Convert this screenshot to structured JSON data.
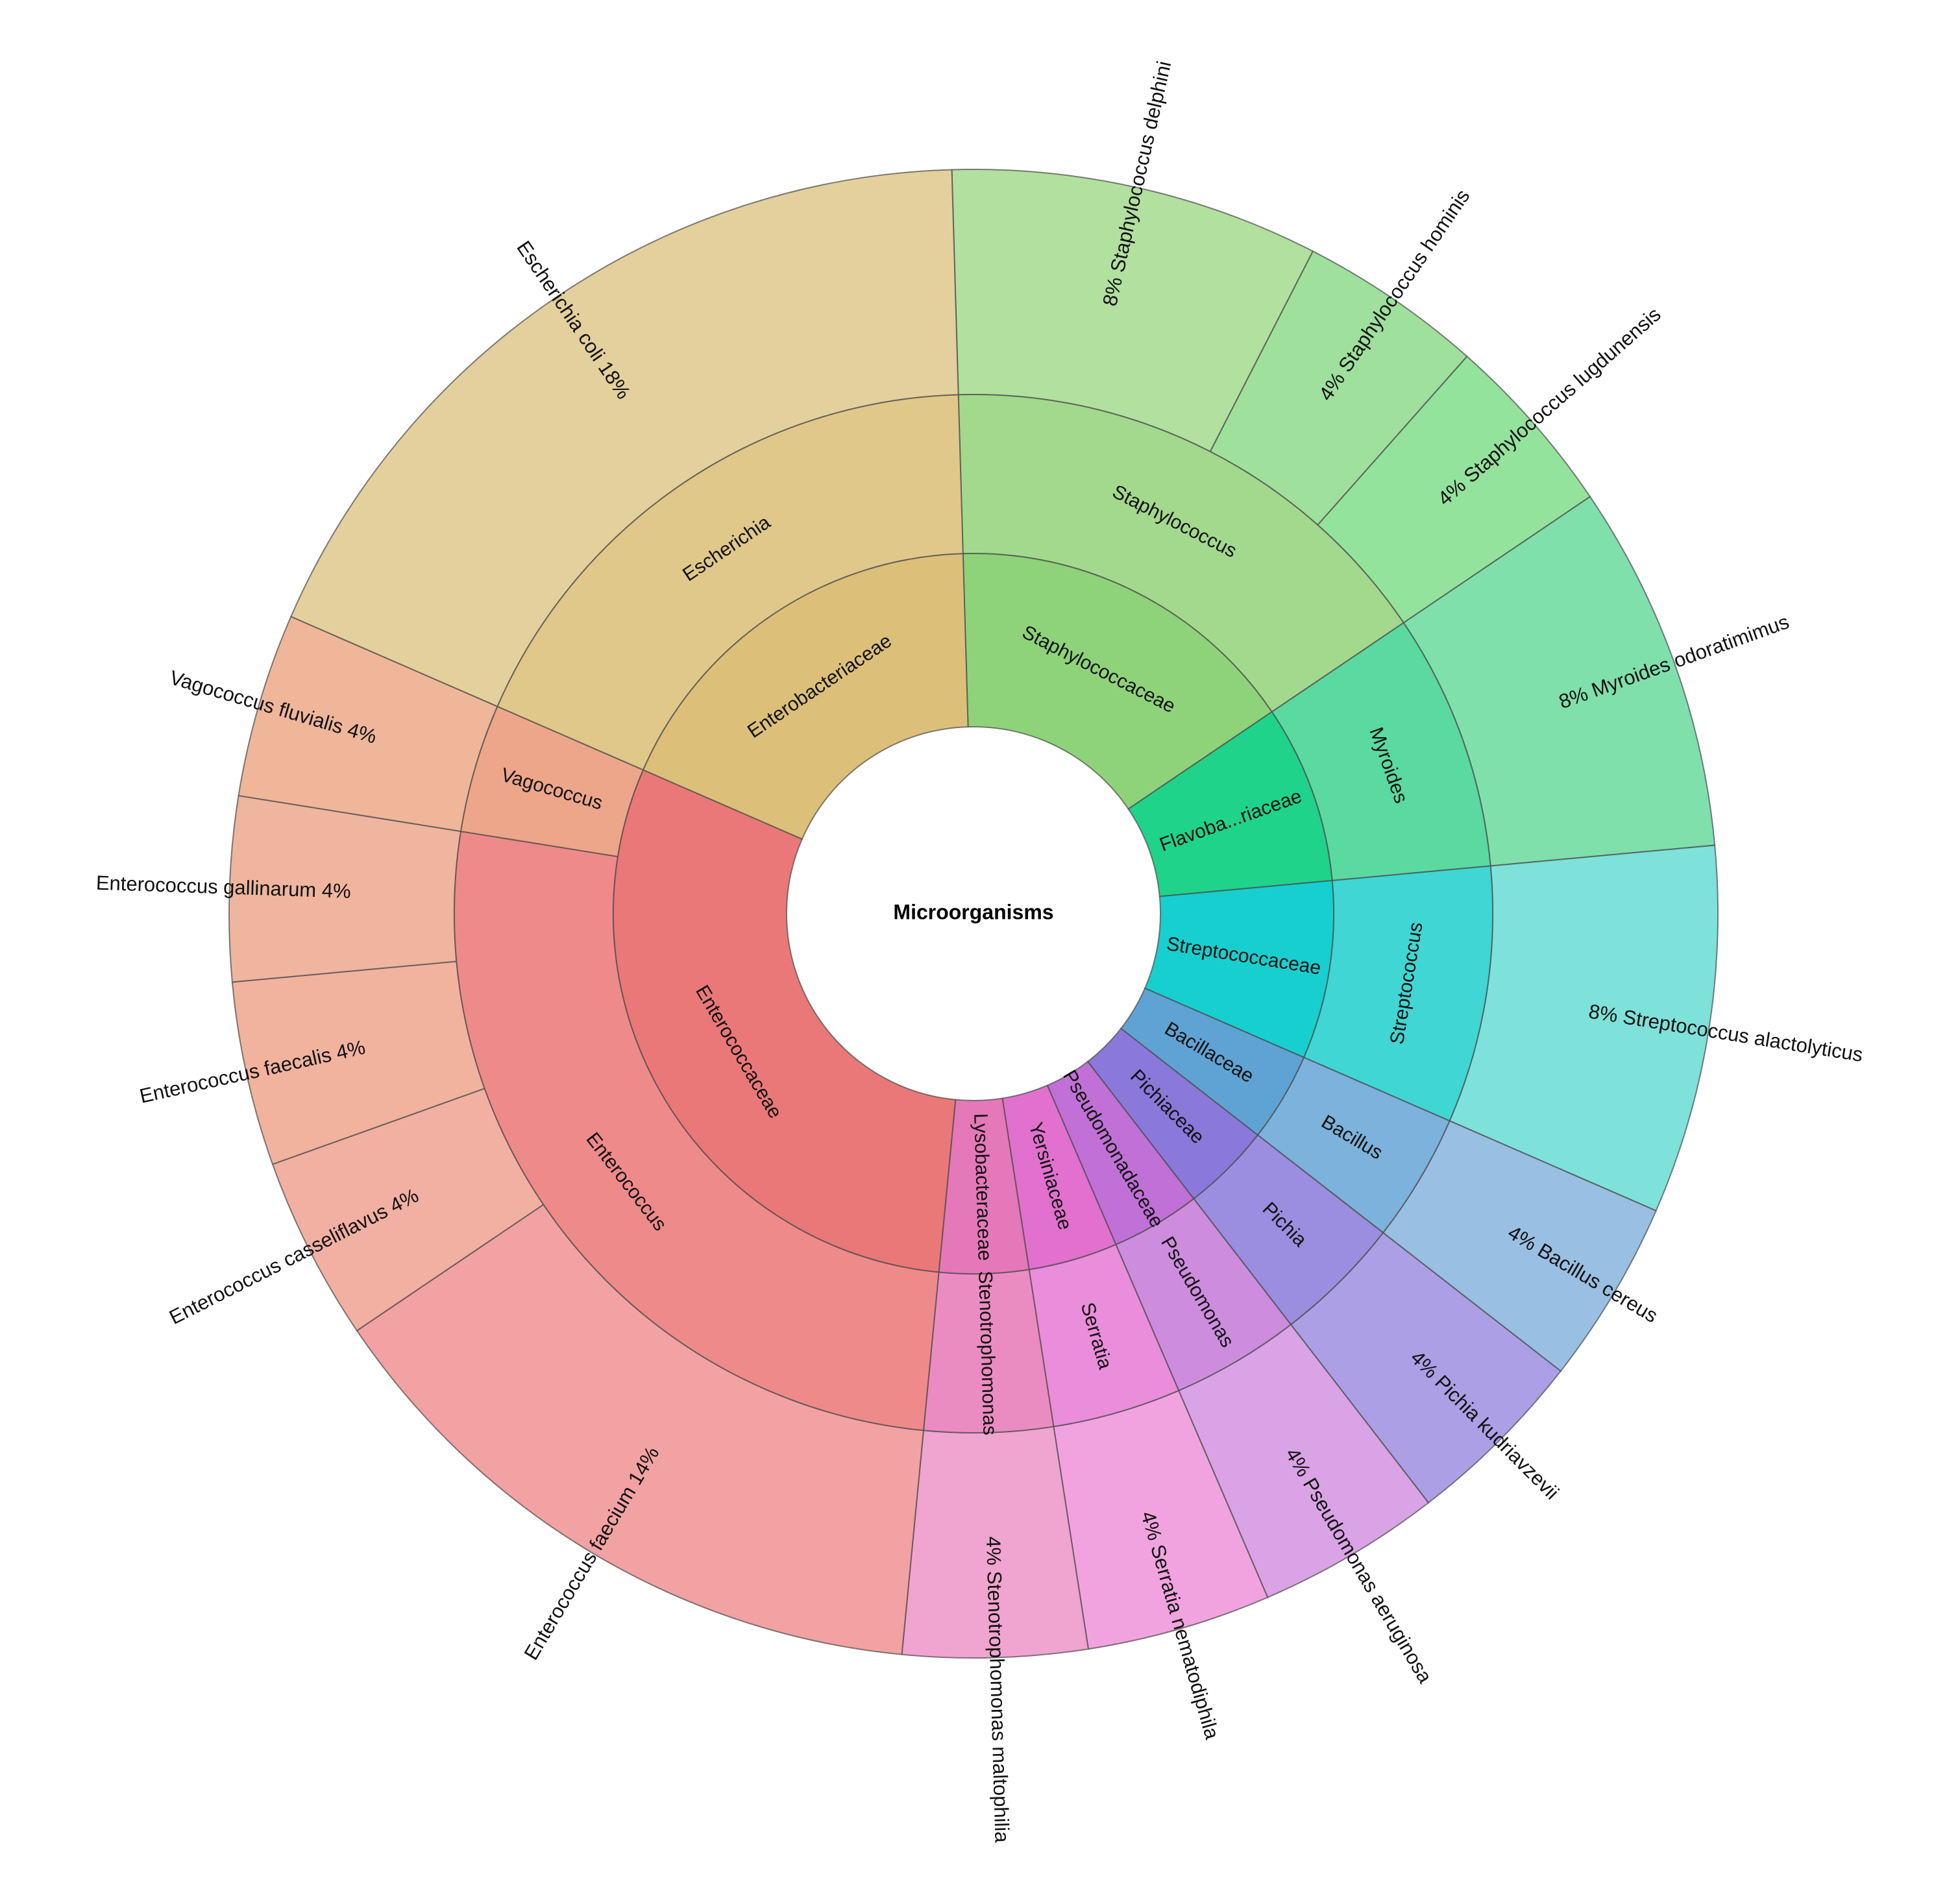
{
  "chart_data": {
    "type": "sunburst",
    "title": "",
    "center_label": "Microorganisms",
    "families": [
      {
        "name": "Staphylococcaceae",
        "label": "Staphylococcaceae",
        "color": "#8ed37a",
        "genera": [
          {
            "name": "Staphylococcus",
            "label": "Staphylococcus",
            "color": "#a3d98d",
            "species": [
              {
                "name": "Staphylococcus delphini",
                "percent": "8%",
                "value": 8,
                "color": "#b2e09f"
              },
              {
                "name": "Staphylococcus hominis",
                "percent": "4%",
                "value": 4,
                "color": "#9ee09c"
              },
              {
                "name": "Staphylococcus lugdunensis",
                "percent": "4%",
                "value": 4,
                "color": "#94e39c"
              }
            ]
          }
        ]
      },
      {
        "name": "Flavobacteriaceae",
        "label": "Flavoba...riaceae",
        "color": "#1fd38a",
        "genera": [
          {
            "name": "Myroides",
            "label": "Myroides",
            "color": "#5ad9a0",
            "species": [
              {
                "name": "Myroides odoratimimus",
                "percent": "8%",
                "value": 8,
                "color": "#7fe0ac"
              }
            ]
          }
        ]
      },
      {
        "name": "Streptococcaceae",
        "label": "Streptococcaceae",
        "color": "#17cfcf",
        "genera": [
          {
            "name": "Streptococcus",
            "label": "Streptococcus",
            "color": "#3fd6d3",
            "species": [
              {
                "name": "Streptococcus alactolyticus",
                "percent": "8%",
                "value": 8,
                "color": "#7ee1da"
              }
            ]
          }
        ]
      },
      {
        "name": "Bacillaceae",
        "label": "Bacillaceae",
        "color": "#5fa3d4",
        "genera": [
          {
            "name": "Bacillus",
            "label": "Bacillus",
            "color": "#7cb2db",
            "species": [
              {
                "name": "Bacillus cereus",
                "percent": "4%",
                "value": 4,
                "color": "#99bfe2"
              }
            ]
          }
        ]
      },
      {
        "name": "Pichiaceae",
        "label": "Pichiaceae",
        "color": "#8a78db",
        "genera": [
          {
            "name": "Pichia",
            "label": "Pichia",
            "color": "#9b8ee0",
            "species": [
              {
                "name": "Pichia kudriavzevii",
                "percent": "4%",
                "value": 4,
                "color": "#ad9fe5"
              }
            ]
          }
        ]
      },
      {
        "name": "Pseudomonadaceae",
        "label": "Pseudomonadaceae",
        "color": "#c070d6",
        "genera": [
          {
            "name": "Pseudomonas",
            "label": "Pseudomonas",
            "color": "#cd8cde",
            "species": [
              {
                "name": "Pseudomonas aeruginosa",
                "percent": "4%",
                "value": 4,
                "color": "#d9a3e5"
              }
            ]
          }
        ]
      },
      {
        "name": "Yersiniaceae",
        "label": "Yersiniaceae",
        "color": "#e270cf",
        "genera": [
          {
            "name": "Serratia",
            "label": "Serratia",
            "color": "#ea8ddb",
            "species": [
              {
                "name": "Serratia nematodiphila",
                "percent": "4%",
                "value": 4,
                "color": "#f1a3df"
              }
            ]
          }
        ]
      },
      {
        "name": "Lysobacteraceae",
        "label": "Lysobacteraceae",
        "color": "#e578b9",
        "genera": [
          {
            "name": "Stenotrophomonas",
            "label": "Stenotrophomonas",
            "color": "#ea8cc2",
            "species": [
              {
                "name": "Stenotrophomonas maltophilia",
                "percent": "4%",
                "value": 4,
                "color": "#f0a4d0"
              }
            ]
          }
        ]
      },
      {
        "name": "Enterococcaceae",
        "label": "Enterococcaceae",
        "color": "#ea7878",
        "genera": [
          {
            "name": "Enterococcus",
            "label": "Enterococcus",
            "color": "#ef8a8a",
            "species": [
              {
                "name": "Enterococcus faecium",
                "percent": "14%",
                "value": 14,
                "color": "#f2a2a2"
              },
              {
                "name": "Enterococcus casseliflavus",
                "percent": "4%",
                "value": 4,
                "color": "#f2b0a2"
              },
              {
                "name": "Enterococcus faecalis",
                "percent": "4%",
                "value": 4,
                "color": "#f1b39e"
              },
              {
                "name": "Enterococcus gallinarum",
                "percent": "4%",
                "value": 4,
                "color": "#efb59e"
              }
            ]
          },
          {
            "name": "Vagococcus",
            "label": "Vagococcus",
            "color": "#eda68a",
            "species": [
              {
                "name": "Vagococcus fluvialis",
                "percent": "4%",
                "value": 4,
                "color": "#efb69a"
              }
            ]
          }
        ]
      },
      {
        "name": "Enterobacteriaceae",
        "label": "Enterobacteriaceae",
        "color": "#dcc07a",
        "genera": [
          {
            "name": "Escherichia",
            "label": "Escherichia",
            "color": "#e0c88a",
            "species": [
              {
                "name": "Escherichia coli",
                "percent": "18%",
                "value": 18,
                "color": "#e4d09c"
              }
            ]
          }
        ]
      }
    ]
  }
}
